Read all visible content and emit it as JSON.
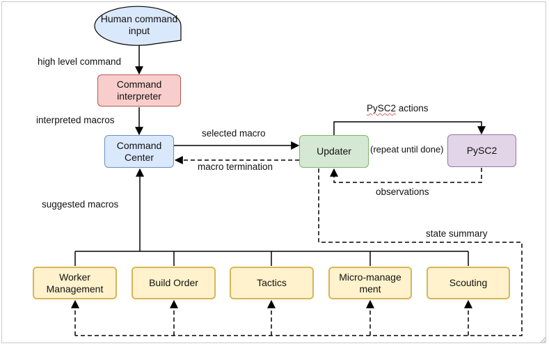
{
  "nodes": {
    "human_input": "Human command input",
    "command_interpreter": "Command interpreter",
    "command_center": "Command Center",
    "updater": "Updater",
    "pysc2": "PySC2",
    "worker_management": "Worker Management",
    "build_order": "Build Order",
    "tactics": "Tactics",
    "micro_management": "Micro-manage ment",
    "scouting": "Scouting"
  },
  "edge_labels": {
    "high_level_command": "high level command",
    "interpreted_macros": "interpreted macros",
    "selected_macro": "selected macro",
    "macro_termination": "macro termination",
    "pysc2_actions_prefix": "PySC2",
    "pysc2_actions_suffix": " actions",
    "repeat_until_done": "(repeat until done)",
    "observations": "observations",
    "suggested_macros": "suggested macros",
    "state_summary": "state summary"
  },
  "colors": {
    "blue_fill": "#dae8fc",
    "blue_stroke": "#6c8ebf",
    "red_fill": "#f8cecc",
    "red_stroke": "#b85450",
    "green_fill": "#d5e8d4",
    "green_stroke": "#82b366",
    "purple_fill": "#e1d5e7",
    "purple_stroke": "#9673a6",
    "yellow_fill": "#fff2cc",
    "yellow_stroke": "#d6b656"
  }
}
